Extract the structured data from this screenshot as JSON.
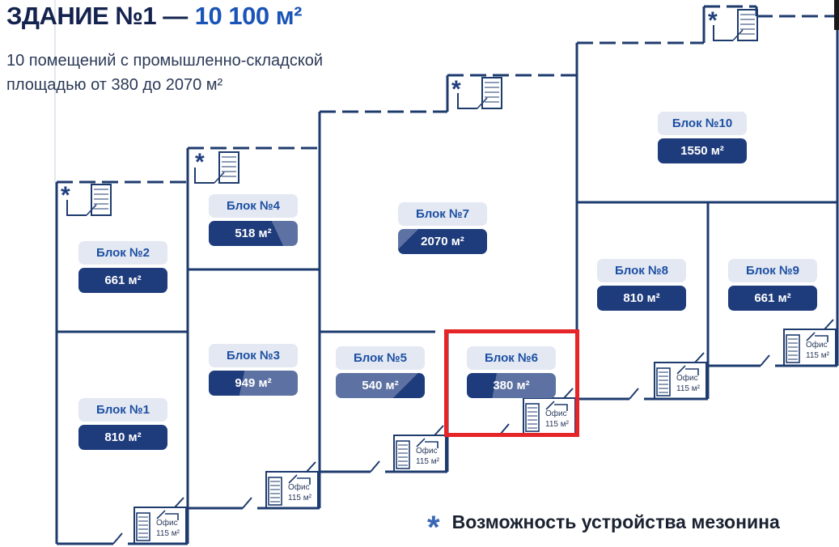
{
  "header": {
    "title_building": "ЗДАНИЕ №1 —",
    "title_area": "10 100 м²",
    "subtitle_line1": "10 помещений с промышленно-складской",
    "subtitle_line2": "площадью от 380 до 2070 м²"
  },
  "blocks": [
    {
      "name": "Блок №1",
      "area": "810 м²",
      "mezzanine": false,
      "selected": false
    },
    {
      "name": "Блок №2",
      "area": "661 м²",
      "mezzanine": true,
      "selected": false
    },
    {
      "name": "Блок №3",
      "area": "949 м²",
      "mezzanine": false,
      "selected": false
    },
    {
      "name": "Блок №4",
      "area": "518 м²",
      "mezzanine": true,
      "selected": false
    },
    {
      "name": "Блок №5",
      "area": "540 м²",
      "mezzanine": false,
      "selected": false
    },
    {
      "name": "Блок №6",
      "area": "380 м²",
      "mezzanine": false,
      "selected": true
    },
    {
      "name": "Блок №7",
      "area": "2070 м²",
      "mezzanine": true,
      "selected": false
    },
    {
      "name": "Блок №8",
      "area": "810 м²",
      "mezzanine": false,
      "selected": false
    },
    {
      "name": "Блок №9",
      "area": "661 м²",
      "mezzanine": false,
      "selected": false
    },
    {
      "name": "Блок №10",
      "area": "1550 м²",
      "mezzanine": true,
      "selected": false
    }
  ],
  "office": {
    "label": "Офис",
    "area": "115 м²"
  },
  "mezzanine_marker": "*",
  "legend": {
    "symbol": "*",
    "text": "Возможность устройства мезонина"
  },
  "selected_block": "Блок №6",
  "colors": {
    "wall_navy": "#1e3b6e",
    "badge_navy": "#1e3c7c",
    "badge_slate": "#5d72a2",
    "label_bg": "#e3e8f2",
    "accent_blue": "#1a54b7",
    "highlight_red": "#e52528"
  }
}
